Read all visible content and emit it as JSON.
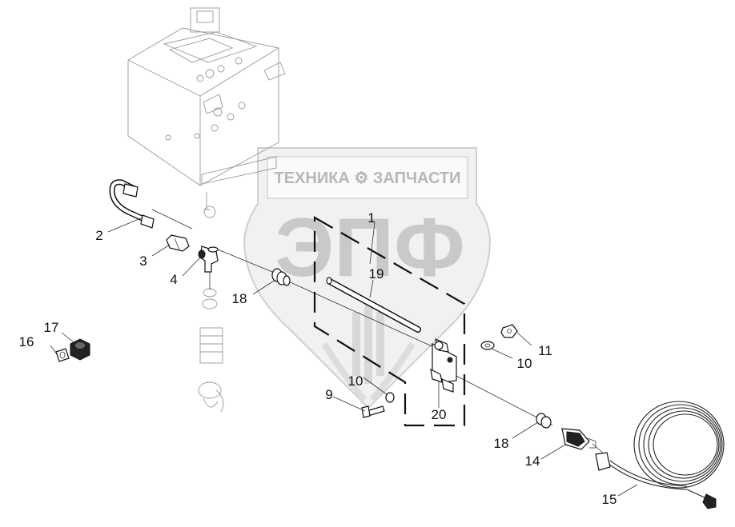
{
  "watermark": {
    "brand_text": "ТЕХНИКА ⚙ ЗАПЧАСТИ",
    "logo_text": "ЭПФ"
  },
  "callouts": {
    "c1": "1",
    "c2": "2",
    "c3": "3",
    "c4": "4",
    "c9": "9",
    "c10a": "10",
    "c10b": "10",
    "c11": "11",
    "c14": "14",
    "c15": "15",
    "c16": "16",
    "c17": "17",
    "c18a": "18",
    "c18b": "18",
    "c19": "19",
    "c20": "20"
  },
  "colors": {
    "line": "#222222",
    "watermark": "#c9c9c9",
    "background": "#ffffff"
  }
}
